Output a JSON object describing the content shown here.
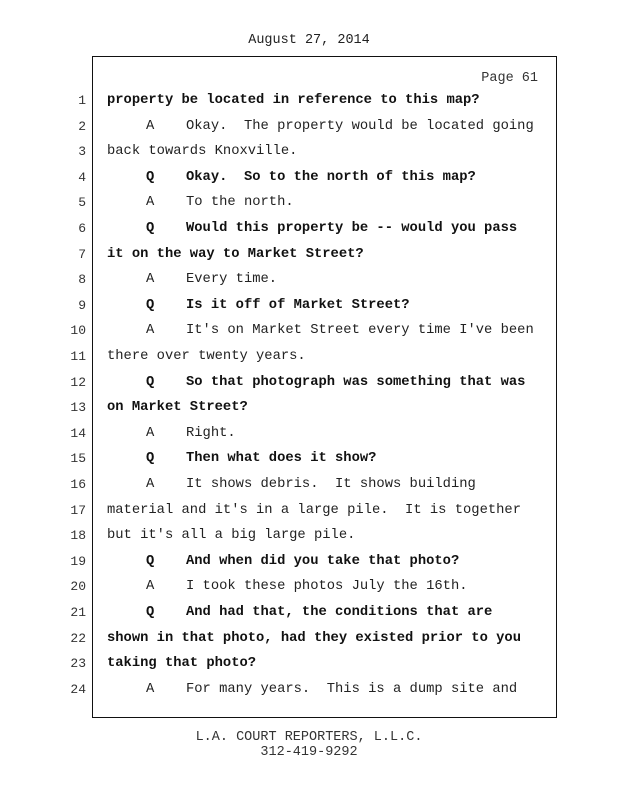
{
  "header": {
    "date": "August 27, 2014",
    "page_label": "Page 61"
  },
  "lines": [
    {
      "num": "1",
      "speaker": "",
      "text": "property be located in reference to this map?",
      "bold": true,
      "indent": false
    },
    {
      "num": "2",
      "speaker": "A",
      "text": "Okay.  The property would be located going",
      "bold": false,
      "indent": true
    },
    {
      "num": "3",
      "speaker": "",
      "text": "back towards Knoxville.",
      "bold": false,
      "indent": false
    },
    {
      "num": "4",
      "speaker": "Q",
      "text": "Okay.  So to the north of this map?",
      "bold": true,
      "indent": true
    },
    {
      "num": "5",
      "speaker": "A",
      "text": "To the north.",
      "bold": false,
      "indent": true
    },
    {
      "num": "6",
      "speaker": "Q",
      "text": "Would this property be -- would you pass",
      "bold": true,
      "indent": true
    },
    {
      "num": "7",
      "speaker": "",
      "text": "it on the way to Market Street?",
      "bold": true,
      "indent": false
    },
    {
      "num": "8",
      "speaker": "A",
      "text": "Every time.",
      "bold": false,
      "indent": true
    },
    {
      "num": "9",
      "speaker": "Q",
      "text": "Is it off of Market Street?",
      "bold": true,
      "indent": true
    },
    {
      "num": "10",
      "speaker": "A",
      "text": "It's on Market Street every time I've been",
      "bold": false,
      "indent": true
    },
    {
      "num": "11",
      "speaker": "",
      "text": "there over twenty years.",
      "bold": false,
      "indent": false
    },
    {
      "num": "12",
      "speaker": "Q",
      "text": "So that photograph was something that was",
      "bold": true,
      "indent": true
    },
    {
      "num": "13",
      "speaker": "",
      "text": "on Market Street?",
      "bold": true,
      "indent": false
    },
    {
      "num": "14",
      "speaker": "A",
      "text": "Right.",
      "bold": false,
      "indent": true
    },
    {
      "num": "15",
      "speaker": "Q",
      "text": "Then what does it show?",
      "bold": true,
      "indent": true
    },
    {
      "num": "16",
      "speaker": "A",
      "text": "It shows debris.  It shows building",
      "bold": false,
      "indent": true
    },
    {
      "num": "17",
      "speaker": "",
      "text": "material and it's in a large pile.  It is together",
      "bold": false,
      "indent": false
    },
    {
      "num": "18",
      "speaker": "",
      "text": "but it's all a big large pile.",
      "bold": false,
      "indent": false
    },
    {
      "num": "19",
      "speaker": "Q",
      "text": "And when did you take that photo?",
      "bold": true,
      "indent": true
    },
    {
      "num": "20",
      "speaker": "A",
      "text": "I took these photos July the 16th.",
      "bold": false,
      "indent": true
    },
    {
      "num": "21",
      "speaker": "Q",
      "text": "And had that, the conditions that are",
      "bold": true,
      "indent": true
    },
    {
      "num": "22",
      "speaker": "",
      "text": "shown in that photo, had they existed prior to you",
      "bold": true,
      "indent": false
    },
    {
      "num": "23",
      "speaker": "",
      "text": "taking that photo?",
      "bold": true,
      "indent": false
    },
    {
      "num": "24",
      "speaker": "A",
      "text": "For many years.  This is a dump site and",
      "bold": false,
      "indent": true
    }
  ],
  "footer": {
    "company": "L.A. COURT REPORTERS, L.L.C.",
    "phone": "312-419-9292"
  }
}
